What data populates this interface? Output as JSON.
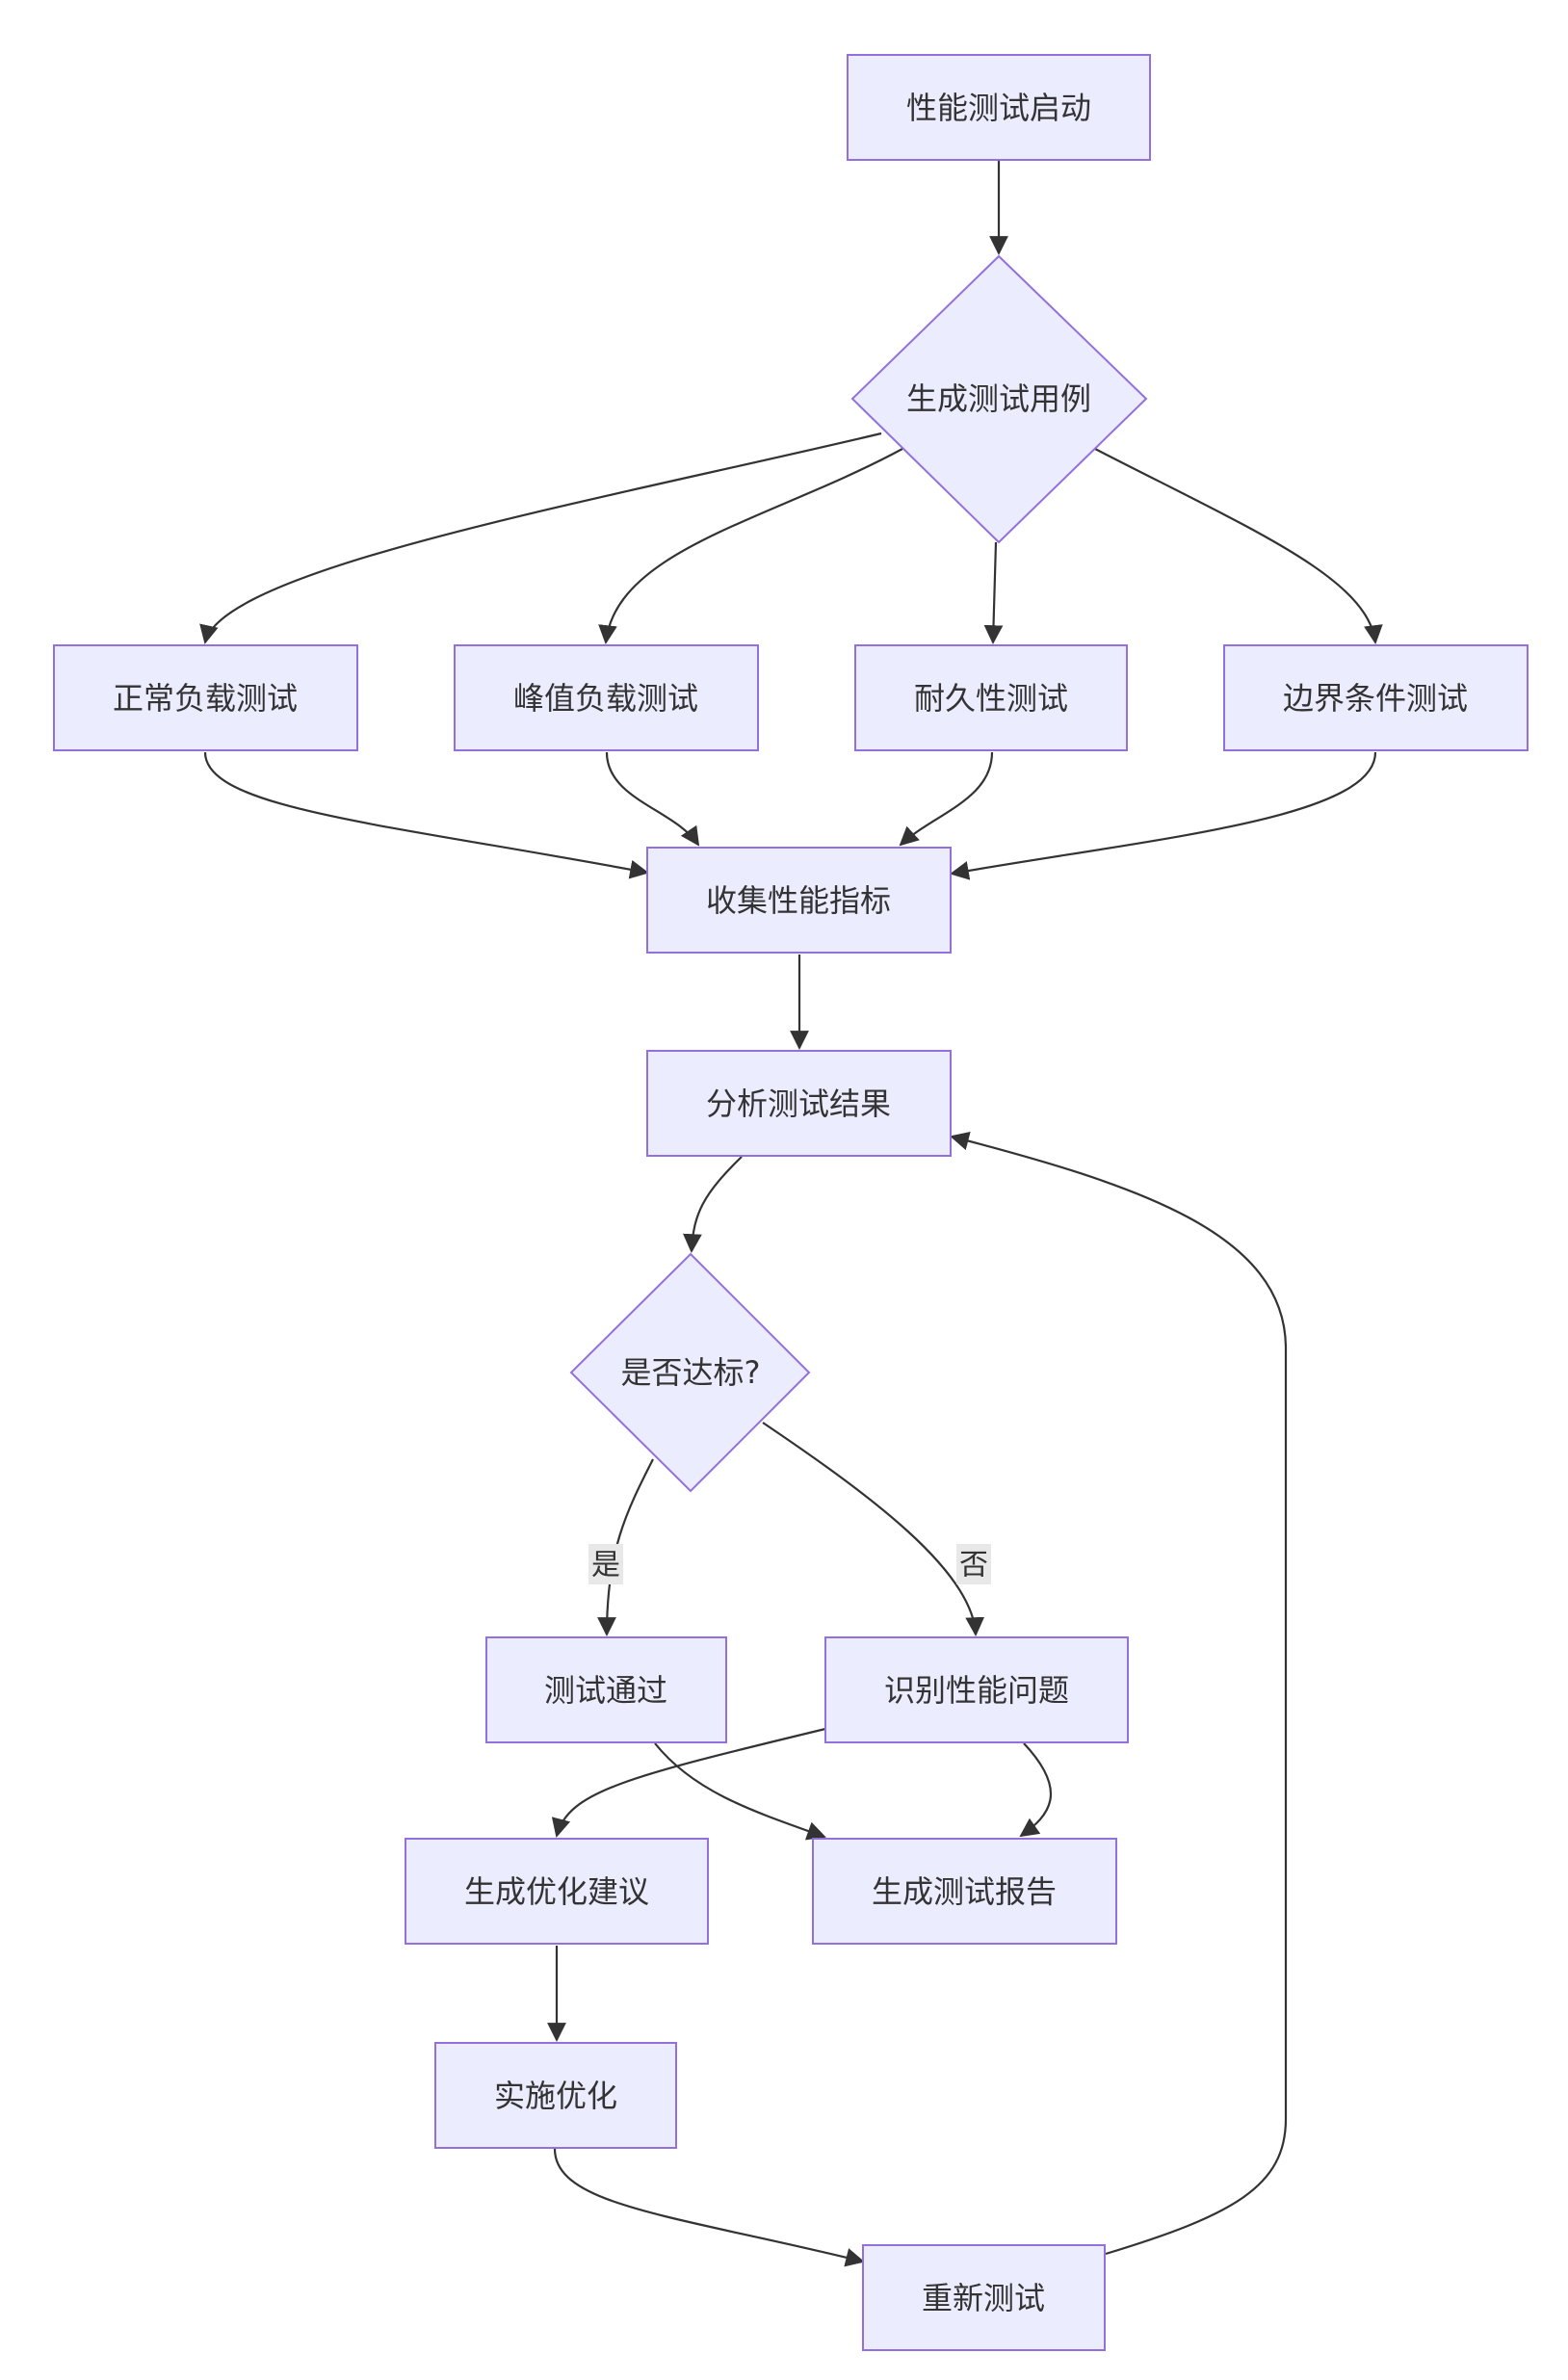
{
  "nodes": {
    "start": "性能测试启动",
    "gen_cases": "生成测试用例",
    "normal_load": "正常负载测试",
    "peak_load": "峰值负载测试",
    "endurance": "耐久性测试",
    "boundary": "边界条件测试",
    "collect": "收集性能指标",
    "analyze": "分析测试结果",
    "decision": "是否达标?",
    "passed": "测试通过",
    "identify": "识别性能问题",
    "suggest": "生成优化建议",
    "report": "生成测试报告",
    "implement": "实施优化",
    "retest": "重新测试"
  },
  "edge_labels": {
    "yes": "是",
    "no": "否"
  },
  "colors": {
    "node_fill": "#ECECFF",
    "node_stroke": "#9370DB",
    "edge": "#333333",
    "label_bg": "#E8E8E8"
  }
}
